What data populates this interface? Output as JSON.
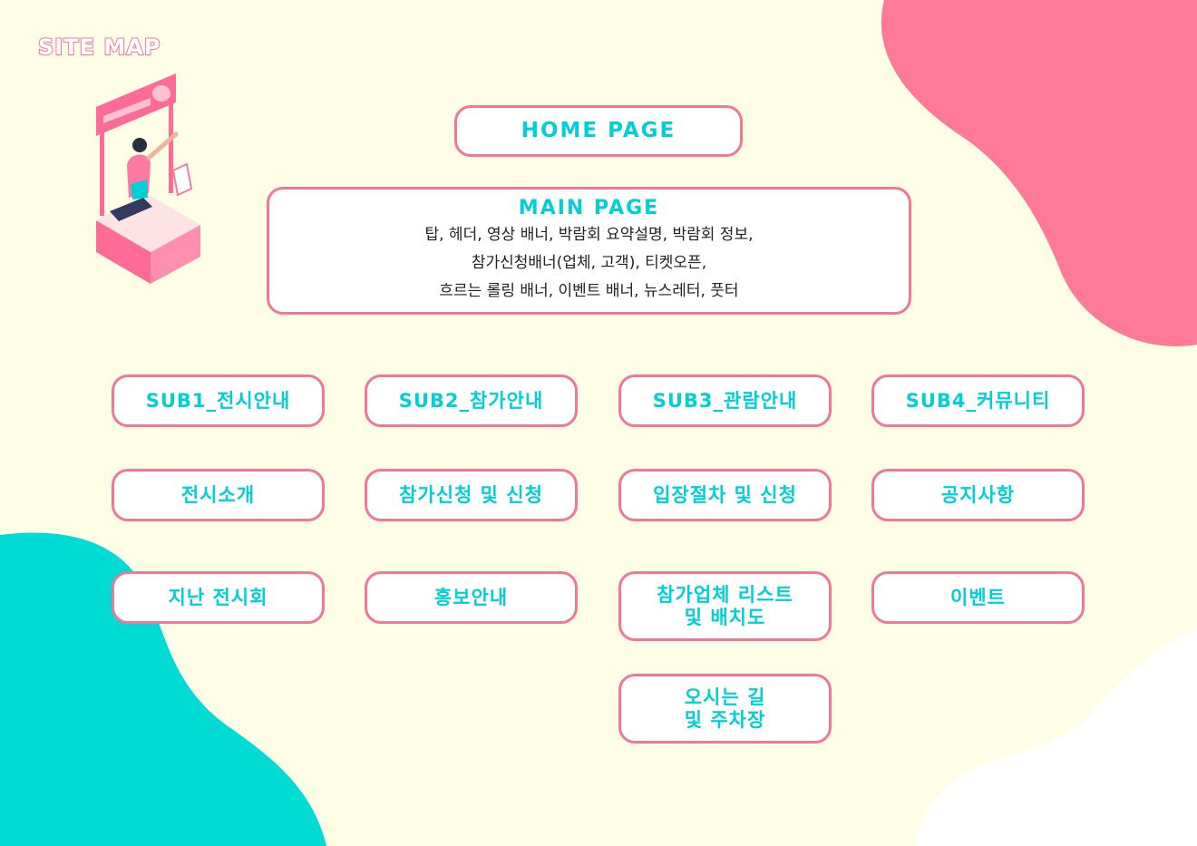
{
  "title": "SITE MAP",
  "colors": {
    "background": "#fefde6",
    "pink": "#ff7597",
    "teal": "#00dcd3",
    "text_teal": "#00cfd6",
    "border": "#f27796"
  },
  "home": {
    "label": "HOME PAGE"
  },
  "main": {
    "label": "MAIN PAGE",
    "lines": [
      "탑, 헤더, 영상 배너, 박람회 요약설명, 박람회 정보,",
      "참가신청배너(업체, 고객), 티켓오픈,",
      "흐르는 롤링 배너, 이벤트 배너, 뉴스레터, 풋터"
    ]
  },
  "columns": [
    {
      "header": "SUB1_전시안내",
      "items": [
        "전시소개",
        "지난 전시회"
      ]
    },
    {
      "header": "SUB2_참가안내",
      "items": [
        "참가신청 및 신청",
        "홍보안내"
      ]
    },
    {
      "header": "SUB3_관람안내",
      "items": [
        "입장절차 및 신청",
        "참가업체 리스트\n및 배치도",
        "오시는 길\n및 주차장"
      ]
    },
    {
      "header": "SUB4_커뮤니티",
      "items": [
        "공지사항",
        "이벤트"
      ]
    }
  ]
}
